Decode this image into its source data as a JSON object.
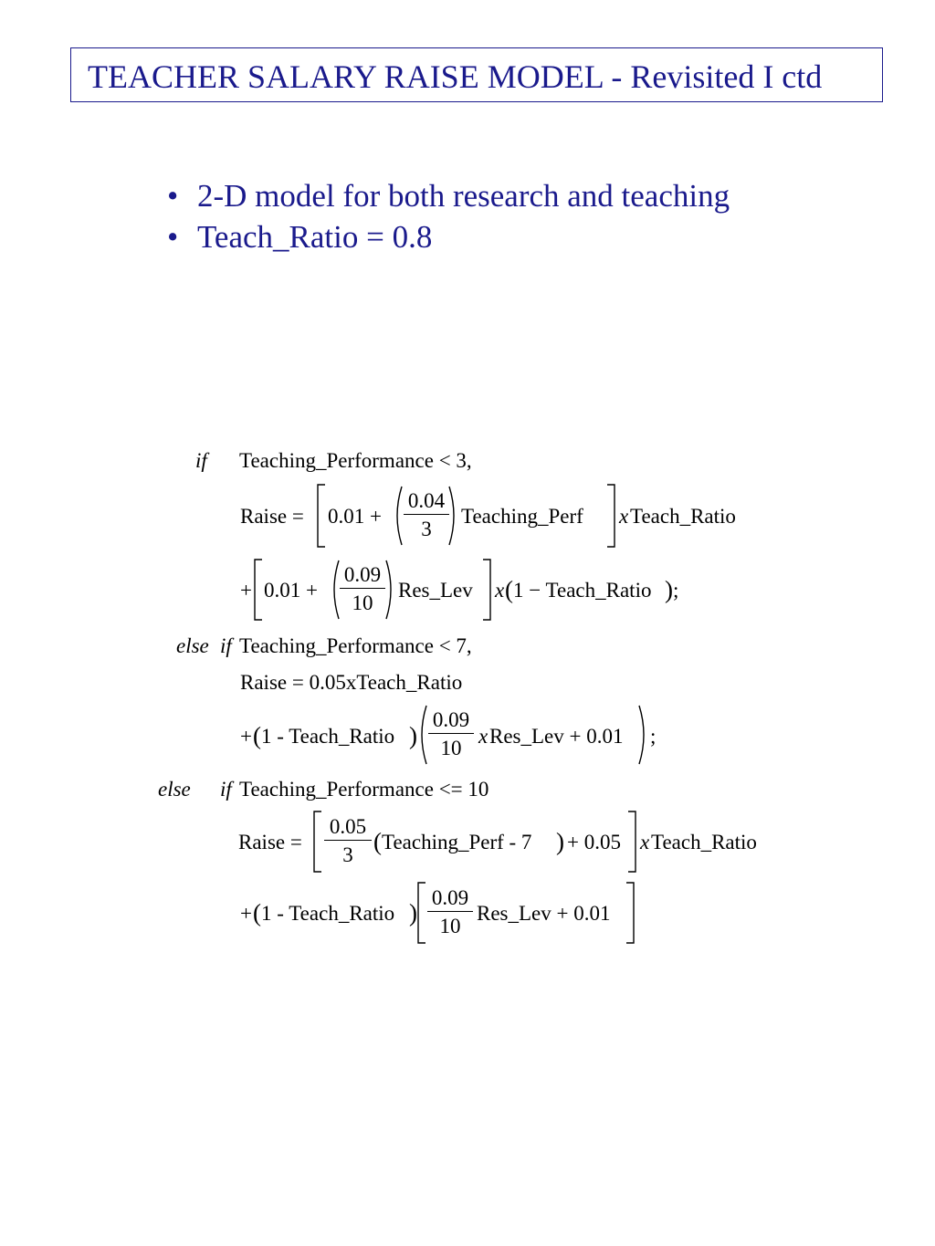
{
  "title": "TEACHER SALARY RAISE MODEL - Revisited I ctd",
  "bullets": [
    "2-D model for both research and teaching",
    "Teach_Ratio = 0.8"
  ],
  "equations": {
    "c1": {
      "kw": "if",
      "cond": "Teaching_Performance < 3,",
      "l1_pre": "Raise = ",
      "l1_a": "0.01 +",
      "f1_num": "0.04",
      "f1_den": "3",
      "l1_b": "Teaching_Perf",
      "x1": "x",
      "l1_c": "Teach_Ratio",
      "l2_plus": "+",
      "l2_a": "0.01 +",
      "f2_num": "0.09",
      "f2_den": "10",
      "l2_b": "Res_Lev",
      "x2": "x",
      "l2_c": "1 − Teach_Ratio",
      "semi": ";"
    },
    "c2": {
      "kw1": "else",
      "kw2": "if",
      "cond": "Teaching_Performance < 7,",
      "l1": "Raise = 0.05xTeach_Ratio",
      "l2_plus": "+",
      "l2_a": "1 - Teach_Ratio",
      "f_num": "0.09",
      "f_den": "10",
      "x": "x",
      "l2_b": "Res_Lev + 0.01",
      "semi": ";"
    },
    "c3": {
      "kw1": "else",
      "kw2": "if",
      "cond": "Teaching_Performance <= 10",
      "l1_pre": "Raise = ",
      "f1_num": "0.05",
      "f1_den": "3",
      "l1_a": "Teaching_Perf  - 7",
      "l1_b": "+ 0.05",
      "x": "x",
      "l1_c": "Teach_Ratio",
      "l2_plus": "+",
      "l2_a": "1 - Teach_Ratio",
      "f2_num": "0.09",
      "f2_den": "10",
      "l2_b": "Res_Lev + 0.01"
    }
  }
}
